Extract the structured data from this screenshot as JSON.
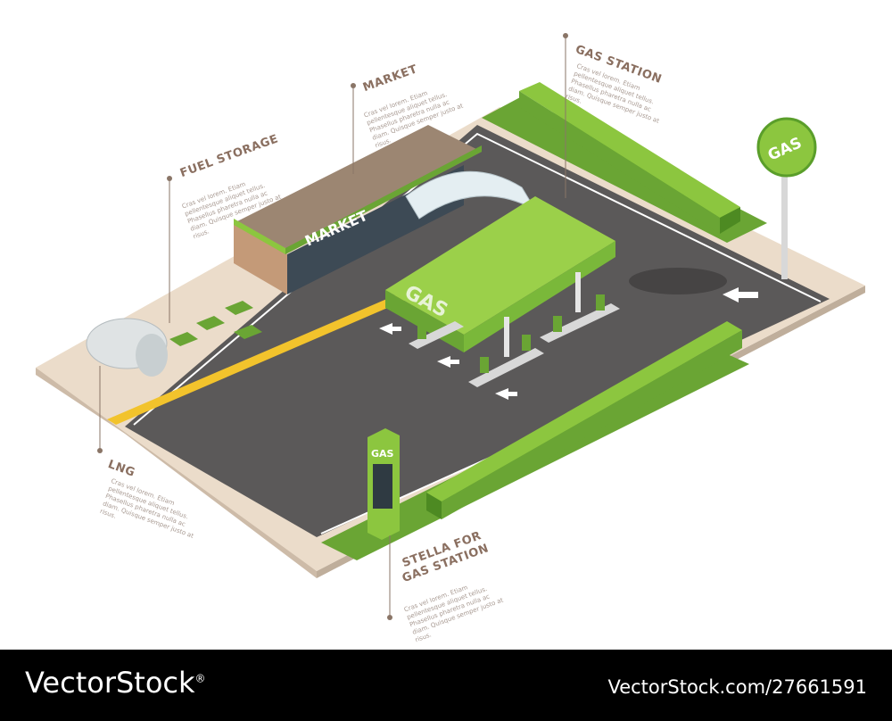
{
  "callouts": {
    "fuel_storage": {
      "title": "FUEL STORAGE",
      "body": "Cras vel lorem. Etiam pellentesque aliquet tellus. Phasellus pharetra nulla ac diam. Quisque semper justo at risus."
    },
    "market": {
      "title": "MARKET",
      "body": "Cras vel lorem. Etiam pellentesque aliquet tellus. Phasellus pharetra nulla ac diam. Quisque semper justo at risus."
    },
    "gas_station": {
      "title": "GAS STATION",
      "body": "Cras vel lorem. Etiam pellentesque aliquet tellus. Phasellus pharetra nulla ac diam. Quisque semper justo at risus."
    },
    "lng": {
      "title": "LNG",
      "body": "Cras vel lorem. Etiam pellentesque aliquet tellus. Phasellus pharetra nulla ac diam. Quisque semper justo at risus."
    },
    "stella": {
      "title_line1": "STELLA FOR",
      "title_line2": "GAS STATION",
      "body": "Cras vel lorem. Etiam pellentesque aliquet tellus. Phasellus pharetra nulla ac diam. Quisque semper justo at risus."
    }
  },
  "signs": {
    "market_sign": "MARKET",
    "canopy_sign": "GAS",
    "pole_sign": "GAS",
    "stella_sign": "GAS"
  },
  "footer": {
    "brand": "VectorStock",
    "registered": "®",
    "code": "VectorStock.com/27661591"
  },
  "colors": {
    "green": "#8cc63f",
    "dark_green": "#5a9e2a",
    "asphalt": "#5a5858",
    "sidewalk": "#e8d9c8",
    "callout_text": "#8a6f60"
  }
}
